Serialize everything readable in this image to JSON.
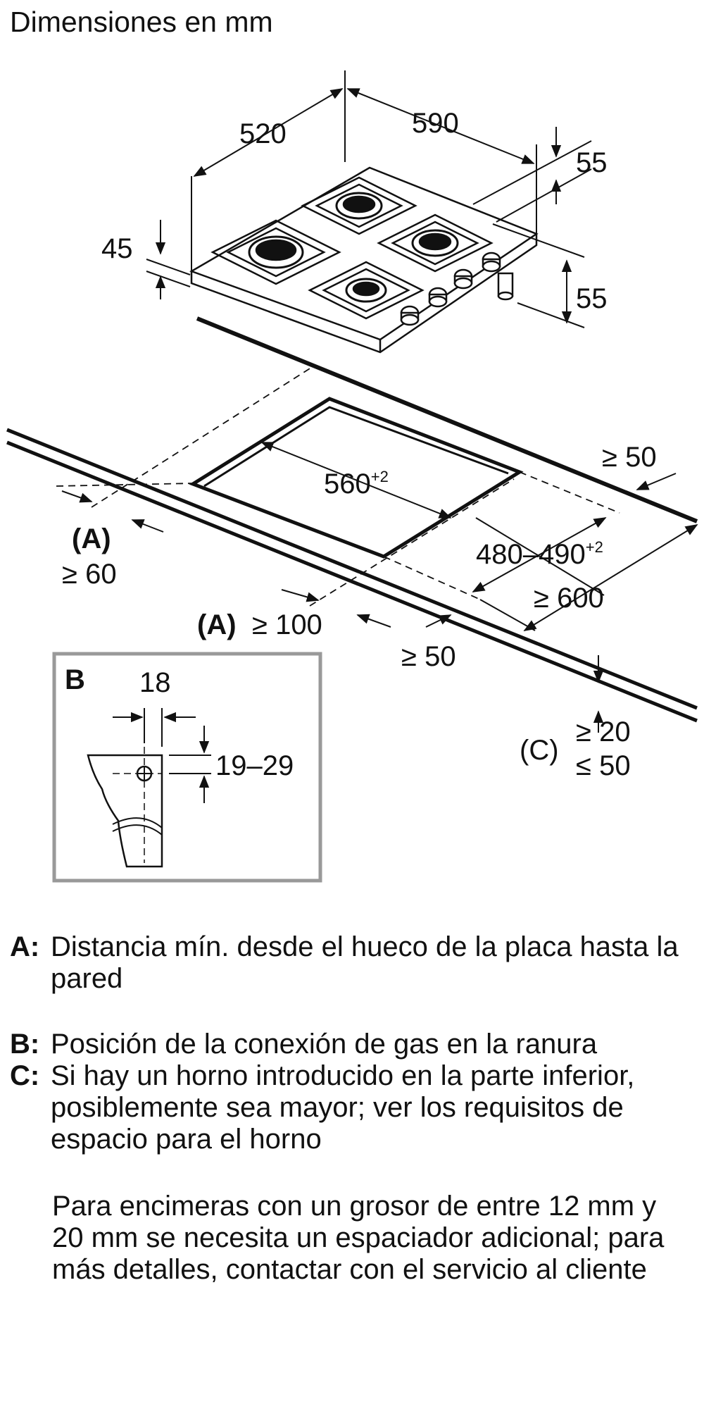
{
  "header": {
    "title": "Dimensiones en mm"
  },
  "diagram": {
    "dims": {
      "width": "590",
      "depth": "520",
      "front_height": "45",
      "back_offset": "55",
      "side_height": "55",
      "cutout_width": "560",
      "cutout_width_tol": "+2",
      "cutout_depth": "480–490",
      "cutout_depth_tol": "+2",
      "back_gap": "≥ 50",
      "counter_depth": "≥ 600",
      "front_gap": "≥ 50",
      "wall_a_side_label": "(A)",
      "wall_a_side_value": "≥ 60",
      "wall_a_front_label": "(A)",
      "wall_a_front_value": "≥ 100",
      "c_label": "(C)",
      "c_min": "≥ 20",
      "c_max": "≤ 50"
    },
    "detail_b": {
      "label": "B",
      "width": "18",
      "height": "19–29"
    }
  },
  "legend": [
    {
      "key": "A:",
      "text": "Distancia mín. desde el hueco de la placa hasta la pared"
    },
    {
      "key": "B:",
      "text": "Posición de la conexión de gas en la ranura"
    },
    {
      "key": "C:",
      "text": "Si hay un horno introducido en la parte inferior, posiblemente sea mayor; ver los requisitos de espacio para el horno"
    }
  ],
  "note": "Para encimeras con un grosor de entre 12 mm y 20 mm se necesita un espaciador adicional; para más detalles, contactar con el servicio al cliente"
}
